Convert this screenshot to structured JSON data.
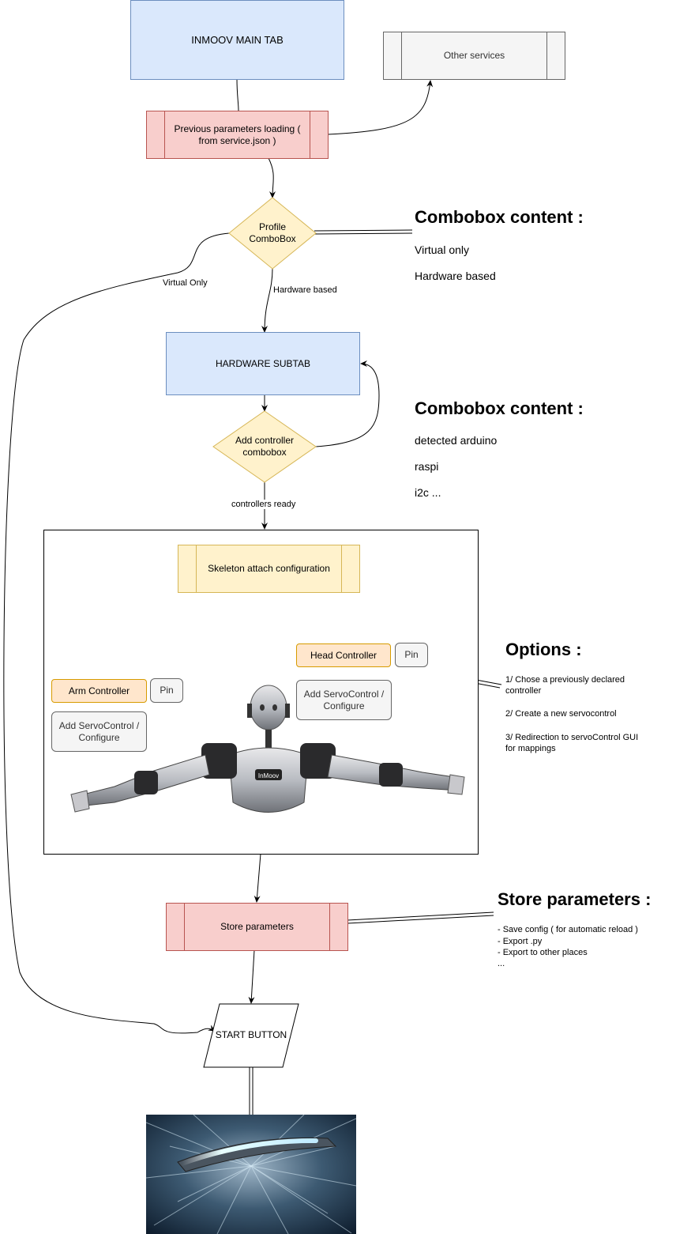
{
  "nodes": {
    "main_tab": "INMOOV MAIN TAB",
    "other_services": "Other services",
    "prev_params": "Previous parameters loading ( from service.json )",
    "profile_combobox": "Profile ComboBox",
    "hardware_subtab": "HARDWARE SUBTAB",
    "add_controller": "Add controller combobox",
    "skeleton": "Skeleton attach configuration",
    "head_controller": "Head Controller",
    "head_pin": "Pin",
    "head_add": "Add ServoControl / Configure",
    "arm_controller": "Arm Controller",
    "arm_pin": "Pin",
    "arm_add": "Add ServoControl / Configure",
    "store_params": "Store parameters",
    "start_button": "START BUTTON"
  },
  "edge_labels": {
    "virtual_only": "Virtual Only",
    "hardware_based": "Hardware based",
    "controllers_ready": "controllers ready"
  },
  "notes": {
    "combobox1": {
      "title": "Combobox content :",
      "items": [
        "Virtual only",
        "Hardware based"
      ]
    },
    "combobox2": {
      "title": "Combobox content :",
      "items": [
        "detected arduino",
        "raspi",
        "i2c ..."
      ]
    },
    "options": {
      "title": "Options :",
      "items": [
        "1/ Chose a previously declared controller",
        "2/ Create a new servocontrol",
        "3/ Redirection to servoControl GUI for mappings"
      ]
    },
    "store": {
      "title": "Store parameters :",
      "items": [
        "- Save config ( for automatic reload )",
        "- Export .py",
        "- Export to other places",
        "..."
      ]
    },
    "robot_logo": "InMoov"
  },
  "colors": {
    "blue_fill": "#dae8fc",
    "red_fill": "#f8cecc",
    "yellow_fill": "#fff2cc",
    "orange_fill": "#ffe6cc",
    "grey_fill": "#f5f5f5"
  },
  "icons": {
    "robot": "robot-image",
    "hyperspace": "hyperspace-image"
  }
}
